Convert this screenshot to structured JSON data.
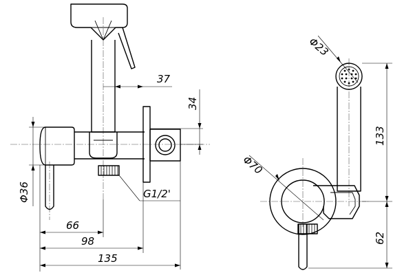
{
  "front_view": {
    "dim_37": "37",
    "dim_34": "34",
    "dim_36": "Φ36",
    "dim_66": "66",
    "dim_98": "98",
    "dim_135": "135",
    "thread": "G1/2'"
  },
  "side_view": {
    "dim_23": "Φ23",
    "dim_70": "Φ70",
    "dim_133": "133",
    "dim_62": "62"
  }
}
